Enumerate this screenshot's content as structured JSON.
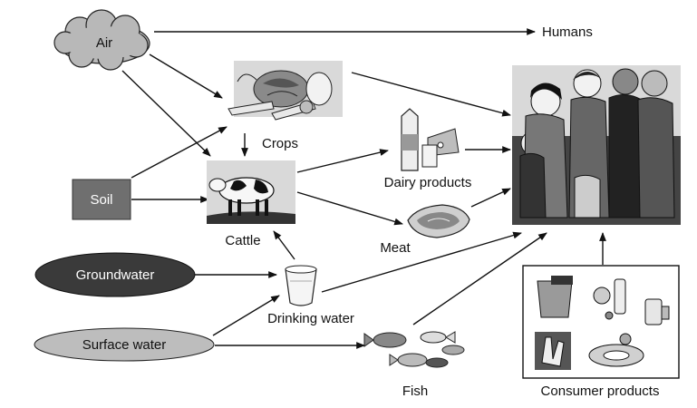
{
  "nodes": {
    "air": "Air",
    "humans": "Humans",
    "crops": "Crops",
    "soil": "Soil",
    "cattle": "Cattle",
    "dairy": "Dairy products",
    "meat": "Meat",
    "groundwater": "Groundwater",
    "drinking_water": "Drinking water",
    "surface_water": "Surface water",
    "fish": "Fish",
    "consumer_products": "Consumer products"
  },
  "edges": [
    [
      "Air",
      "Humans"
    ],
    [
      "Air",
      "Crops"
    ],
    [
      "Air",
      "Cattle"
    ],
    [
      "Soil",
      "Crops"
    ],
    [
      "Soil",
      "Cattle"
    ],
    [
      "Crops",
      "Cattle"
    ],
    [
      "Crops",
      "Humans"
    ],
    [
      "Cattle",
      "Dairy products"
    ],
    [
      "Cattle",
      "Meat"
    ],
    [
      "Dairy products",
      "Humans"
    ],
    [
      "Meat",
      "Humans"
    ],
    [
      "Groundwater",
      "Drinking water"
    ],
    [
      "Surface water",
      "Drinking water"
    ],
    [
      "Surface water",
      "Fish"
    ],
    [
      "Drinking water",
      "Cattle"
    ],
    [
      "Drinking water",
      "Humans"
    ],
    [
      "Fish",
      "Humans"
    ],
    [
      "Consumer products",
      "Humans"
    ]
  ],
  "colors": {
    "cloud": "#b8b8b8",
    "soil_box": "#6f6f6f",
    "groundwater": "#3a3a3a",
    "surface_water": "#bdbdbd",
    "picture_bg": "#d9d9d9"
  }
}
